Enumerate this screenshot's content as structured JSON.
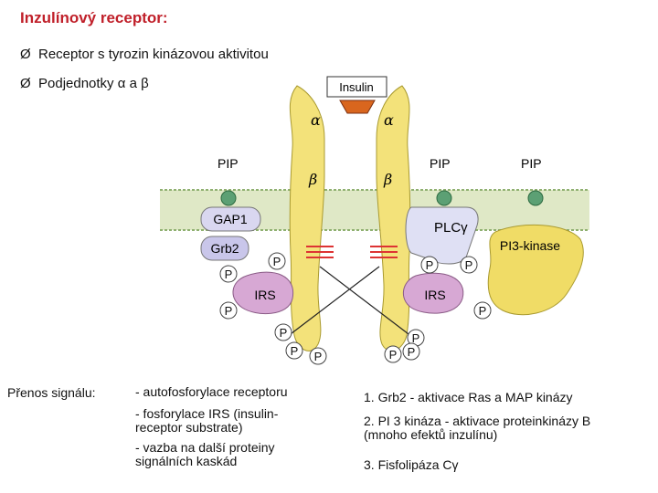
{
  "slide": {
    "title": "Inzulínový receptor:",
    "bullets": [
      {
        "marker": "Ø",
        "text": "Receptor s tyrozin kinázovou aktivitou"
      },
      {
        "marker": "Ø",
        "text": "Podjednotky α a β"
      }
    ]
  },
  "figure": {
    "insulin": "Insulin",
    "alpha": "α",
    "beta": "β",
    "pip": "PIP",
    "gap1": "GAP1",
    "grb2": "Grb2",
    "irs": "IRS",
    "plc": "PLCγ",
    "pi3k": "PI3-kinase",
    "p": "P"
  },
  "signal": {
    "heading": "Přenos signálu:",
    "middle": [
      "- autofosforylace receptoru",
      "- fosforylace IRS (insulin-\nreceptor substrate)",
      "- vazba na další proteiny\nsignálních kaskád"
    ],
    "right": [
      "1. Grb2 - aktivace Ras a MAP kinázy",
      "2. PI 3 kináza - aktivace proteinkinázy B\n(mnoho efektů inzulínu)",
      "3. Fisfolipáza Cγ"
    ]
  },
  "colors": {
    "title": "#c0202a",
    "receptor": "#f3e27a",
    "membrane": "#dfe8c6",
    "gap1": "#d9d7f0",
    "grb2": "#c9c6ea",
    "irs": "#d7a8d4",
    "plc": "#dfe0f4",
    "pi3k": "#f0dc66",
    "insulin": "#d9661e",
    "phospho_red": "#d33"
  }
}
